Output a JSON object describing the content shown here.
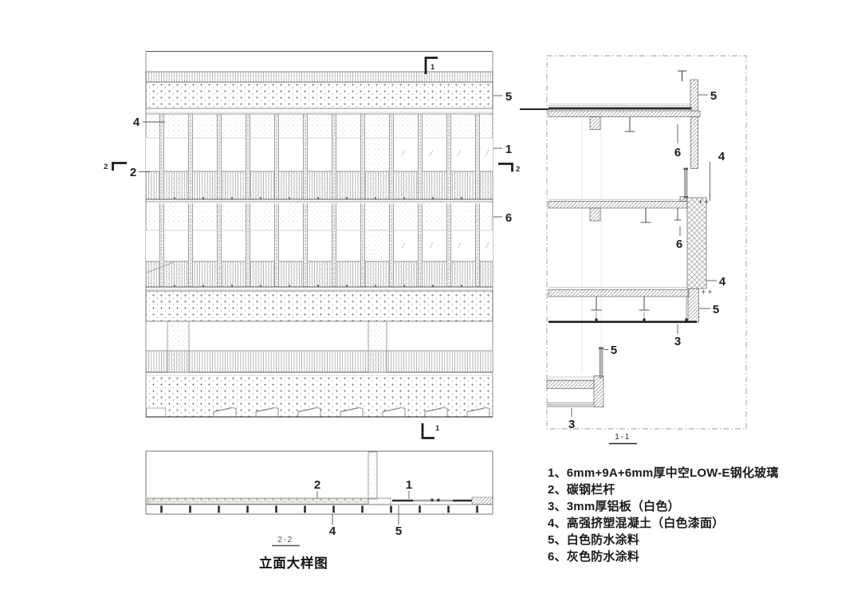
{
  "colors": {
    "background": "#ffffff",
    "ink": "#1f1f1f",
    "line": "#666666",
    "hatch": "#8d8d8d",
    "membrane_dark": "#2e2e2e",
    "glass_gray": "#b0b0b0"
  },
  "elevation": {
    "callout_left_4": "4",
    "callout_left_2": "2",
    "callout_right_5": "5",
    "callout_right_1": "1",
    "callout_right_6": "6",
    "marker_top": "1",
    "marker_bottom": "1",
    "marker_left": "2",
    "marker_right": "2"
  },
  "section_2_2": {
    "callout_2": "2",
    "callout_1": "1",
    "callout_4": "4",
    "callout_5": "5",
    "caption": "2-2",
    "title": "立面大样图"
  },
  "section_1_1": {
    "callout_5_top": "5",
    "callout_6_upper": "6",
    "callout_4_upper": "4",
    "callout_6_mid": "6",
    "callout_4_mid": "4",
    "callout_5_mid": "5",
    "callout_3_mid": "3",
    "callout_5_lower": "5",
    "callout_3_lower": "3",
    "caption": "1-1"
  },
  "legend": {
    "items": [
      "1、6mm+9A+6mm厚中空LOW-E钢化玻璃",
      "2、碳钢栏杆",
      "3、3mm厚铝板（白色）",
      "4、高强挤塑混凝土（白色漆面）",
      "5、白色防水涂料",
      "6、灰色防水涂料"
    ]
  }
}
